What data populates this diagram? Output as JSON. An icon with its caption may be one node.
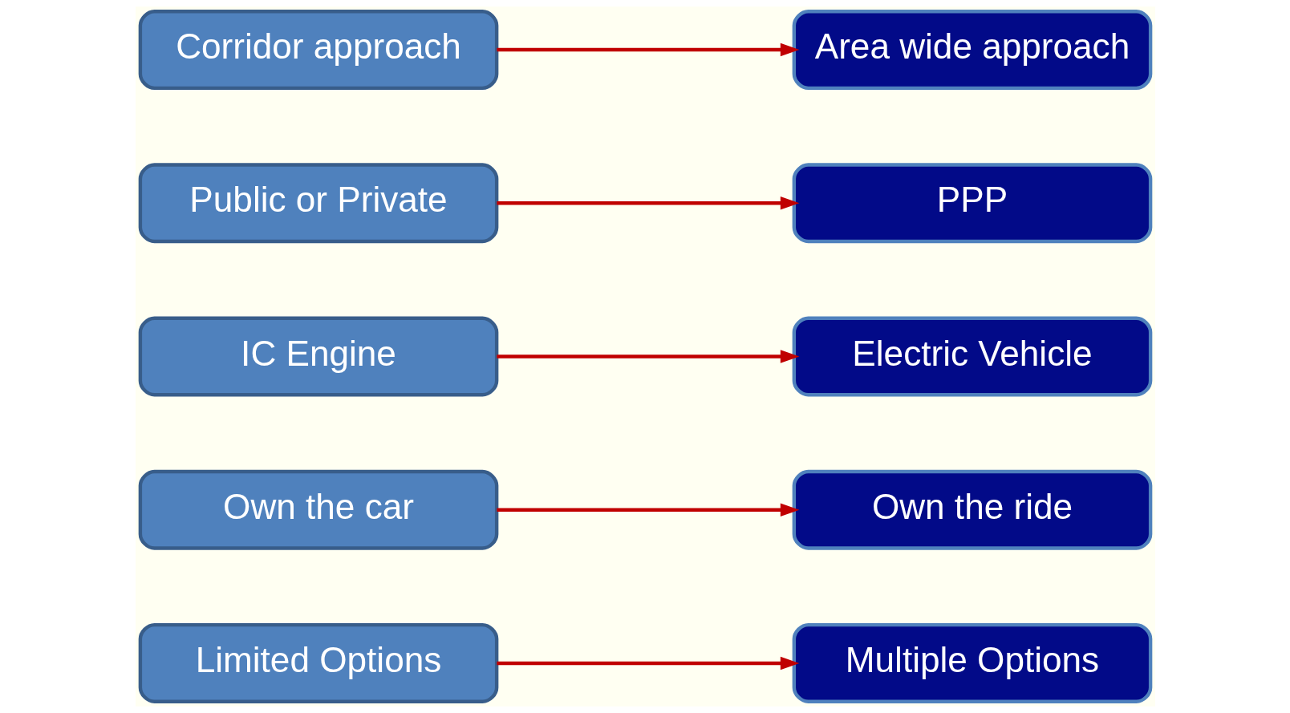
{
  "diagram": {
    "nodes": [
      {
        "text": [
          "Limited Options"
        ]
      },
      {
        "text": [
          "Multiple Options"
        ]
      },
      {
        "text": [
          "Own the car"
        ]
      },
      {
        "text": [
          "Own the ride"
        ]
      },
      {
        "text": [
          "IC Engine"
        ]
      },
      {
        "text": [
          "Electric Vehicle"
        ]
      },
      {
        "text": [
          "Public or Private"
        ]
      },
      {
        "text": [
          "PPP"
        ]
      },
      {
        "text": [
          "Corridor approach"
        ]
      },
      {
        "text": [
          "Area wide approach"
        ]
      }
    ],
    "edges": [
      {
        "from": 0,
        "to": 1,
        "arrow": "to"
      },
      {
        "from": 2,
        "to": 3,
        "arrow": "to"
      },
      {
        "from": 4,
        "to": 5,
        "arrow": "to"
      },
      {
        "from": 6,
        "to": 7,
        "arrow": "to"
      },
      {
        "from": 8,
        "to": 9,
        "arrow": "to"
      }
    ]
  }
}
